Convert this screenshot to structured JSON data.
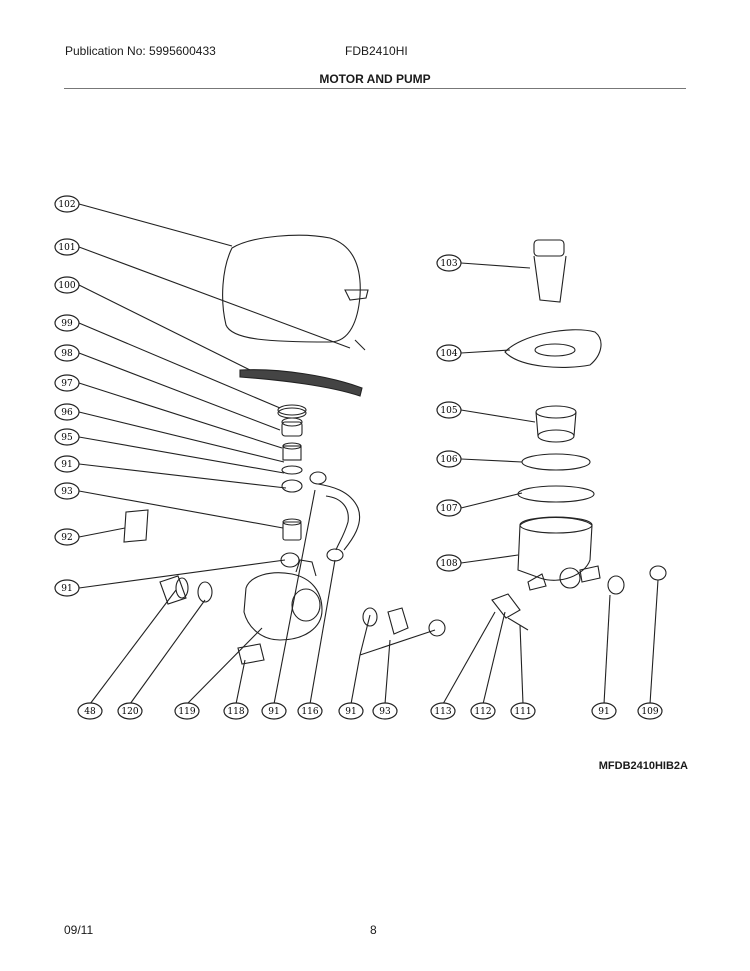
{
  "header": {
    "publication": "Publication No: 5995600433",
    "model": "FDB2410HI",
    "section_title": "MOTOR AND PUMP"
  },
  "footer": {
    "figure_id": "MFDB2410HIB2A",
    "date": "09/11",
    "page": "8"
  },
  "callouts": [
    {
      "id": "c102",
      "label": "102"
    },
    {
      "id": "c101",
      "label": "101"
    },
    {
      "id": "c100",
      "label": "100"
    },
    {
      "id": "c99",
      "label": "99"
    },
    {
      "id": "c98",
      "label": "98"
    },
    {
      "id": "c97",
      "label": "97"
    },
    {
      "id": "c96",
      "label": "96"
    },
    {
      "id": "c95",
      "label": "95"
    },
    {
      "id": "c91a",
      "label": "91"
    },
    {
      "id": "c93a",
      "label": "93"
    },
    {
      "id": "c92",
      "label": "92"
    },
    {
      "id": "c91b",
      "label": "91"
    },
    {
      "id": "c103",
      "label": "103"
    },
    {
      "id": "c104",
      "label": "104"
    },
    {
      "id": "c105",
      "label": "105"
    },
    {
      "id": "c106",
      "label": "106"
    },
    {
      "id": "c107",
      "label": "107"
    },
    {
      "id": "c108",
      "label": "108"
    },
    {
      "id": "c48",
      "label": "48"
    },
    {
      "id": "c120",
      "label": "120"
    },
    {
      "id": "c119",
      "label": "119"
    },
    {
      "id": "c118",
      "label": "118"
    },
    {
      "id": "c91c",
      "label": "91"
    },
    {
      "id": "c116",
      "label": "116"
    },
    {
      "id": "c91d",
      "label": "91"
    },
    {
      "id": "c93b",
      "label": "93"
    },
    {
      "id": "c113",
      "label": "113"
    },
    {
      "id": "c112",
      "label": "112"
    },
    {
      "id": "c111",
      "label": "111"
    },
    {
      "id": "c91e",
      "label": "91"
    },
    {
      "id": "c109",
      "label": "109"
    }
  ]
}
